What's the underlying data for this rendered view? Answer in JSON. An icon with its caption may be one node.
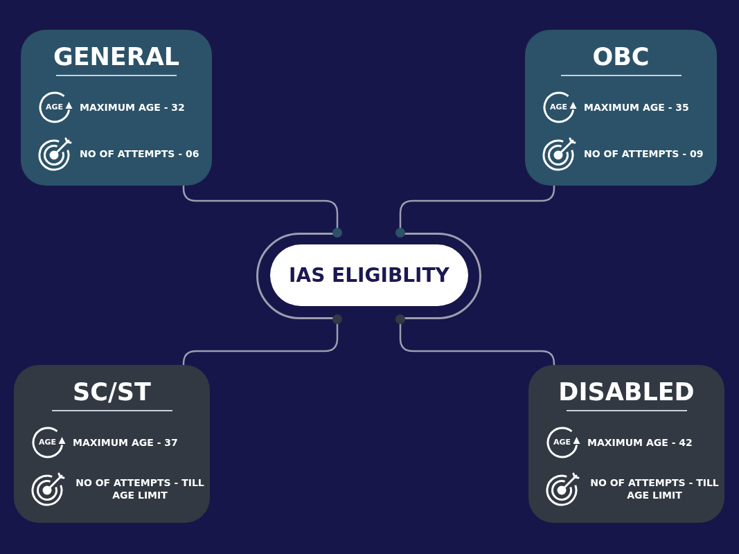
{
  "diagram": {
    "nodes": [
      {
        "text": [
          "GENERAL",
          "AGE",
          "MAXIMUM AGE - 32",
          "NO OF ATTEMPTS - 06"
        ]
      },
      {
        "text": [
          "OBC",
          "AGE",
          "MAXIMUM AGE - 35",
          "NO OF ATTEMPTS - 09"
        ]
      },
      {
        "text": [
          "IAS ELIGIBLITY"
        ]
      },
      {
        "text": [
          "SC/ST",
          "AGE",
          "MAXIMUM AGE - 37",
          "NO OF ATTEMPTS - TILL AGE LIMIT"
        ]
      },
      {
        "text": [
          "DISABLED",
          "AGE",
          "MAXIMUM AGE - 42",
          "NO OF ATTEMPTS - TILL AGE LIMIT"
        ]
      }
    ],
    "edges": [
      {
        "from": 0,
        "to": 2,
        "arrow": "other"
      },
      {
        "from": 1,
        "to": 2,
        "arrow": "other"
      },
      {
        "from": 3,
        "to": 2,
        "arrow": "other"
      },
      {
        "from": 4,
        "to": 2,
        "arrow": "other"
      }
    ]
  }
}
